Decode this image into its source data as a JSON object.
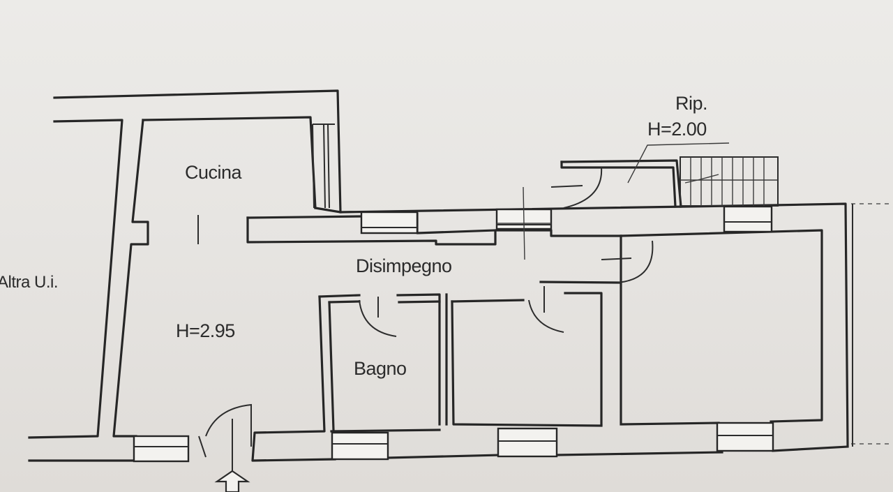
{
  "rooms": {
    "kitchen": "Cucina",
    "kitchen_height": "H=2.95",
    "hallway": "Disimpegno",
    "bathroom": "Bagno",
    "storage": "Rip.",
    "storage_height": "H=2.00",
    "neighbor_unit": "Altra U.i."
  },
  "colors": {
    "paper": "#e8e6e3",
    "ink": "#262626"
  }
}
